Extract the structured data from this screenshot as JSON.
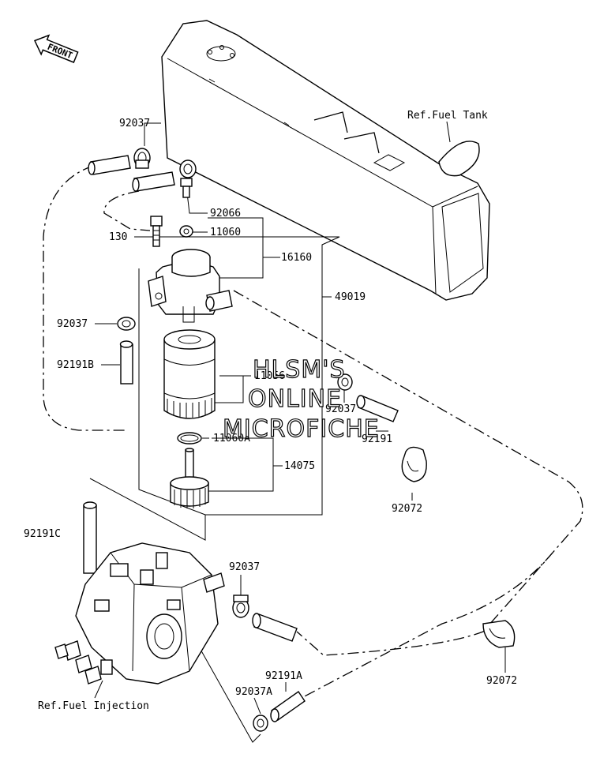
{
  "front_label": "FRONT",
  "watermark": [
    "HLSM'S",
    "ONLINE",
    "MICROFICHE"
  ],
  "refs": {
    "fuel_tank": "Ref.Fuel Tank",
    "fuel_injection": "Ref.Fuel Injection"
  },
  "labels": {
    "clamp_top": "92037",
    "bolt_130": "130",
    "screw_92066": "92066",
    "washer_11060": "11060",
    "filter_assy_16160": "16160",
    "hose_49019": "49019",
    "clamp_left": "92037",
    "hose_92191B": "92191B",
    "filter_11056": "11056",
    "clamp_mid": "92037",
    "hose_92191": "92191",
    "oring_11060A": "11060A",
    "bowl_14075": "14075",
    "band_92072_mid": "92072",
    "hose_92191C": "92191C",
    "clamp_lower": "92037",
    "hose_92191A": "92191A",
    "clamp_92037A": "92037A",
    "band_92072_low": "92072"
  }
}
